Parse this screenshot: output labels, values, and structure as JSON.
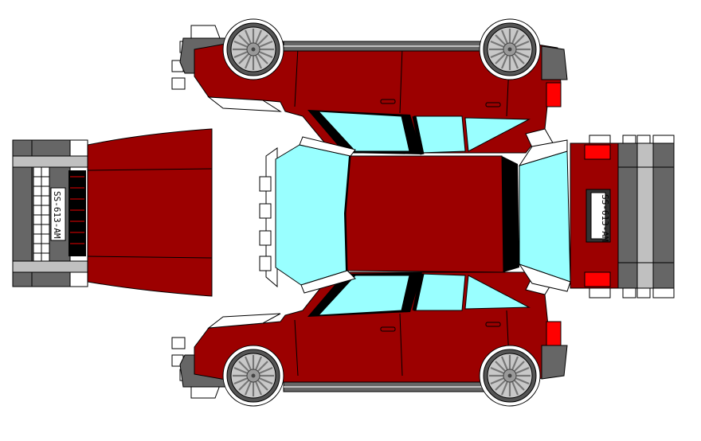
{
  "colors": {
    "body": "#9c0000",
    "glass": "#99ffff",
    "trim": "#666666",
    "light_grey": "#c0c0c0",
    "tail_light": "#ff0000",
    "outline": "#000000",
    "paper": "#ffffff"
  },
  "plates": {
    "front": "SS-613-AM",
    "rear": "SS-613-AM"
  },
  "parts": {
    "side_top": "car-side-panel-top",
    "side_bottom": "car-side-panel-bottom",
    "roof": "car-roof-panel",
    "hood": "car-hood-panel",
    "front_face": "car-front-face",
    "rear_face": "car-rear-face"
  }
}
